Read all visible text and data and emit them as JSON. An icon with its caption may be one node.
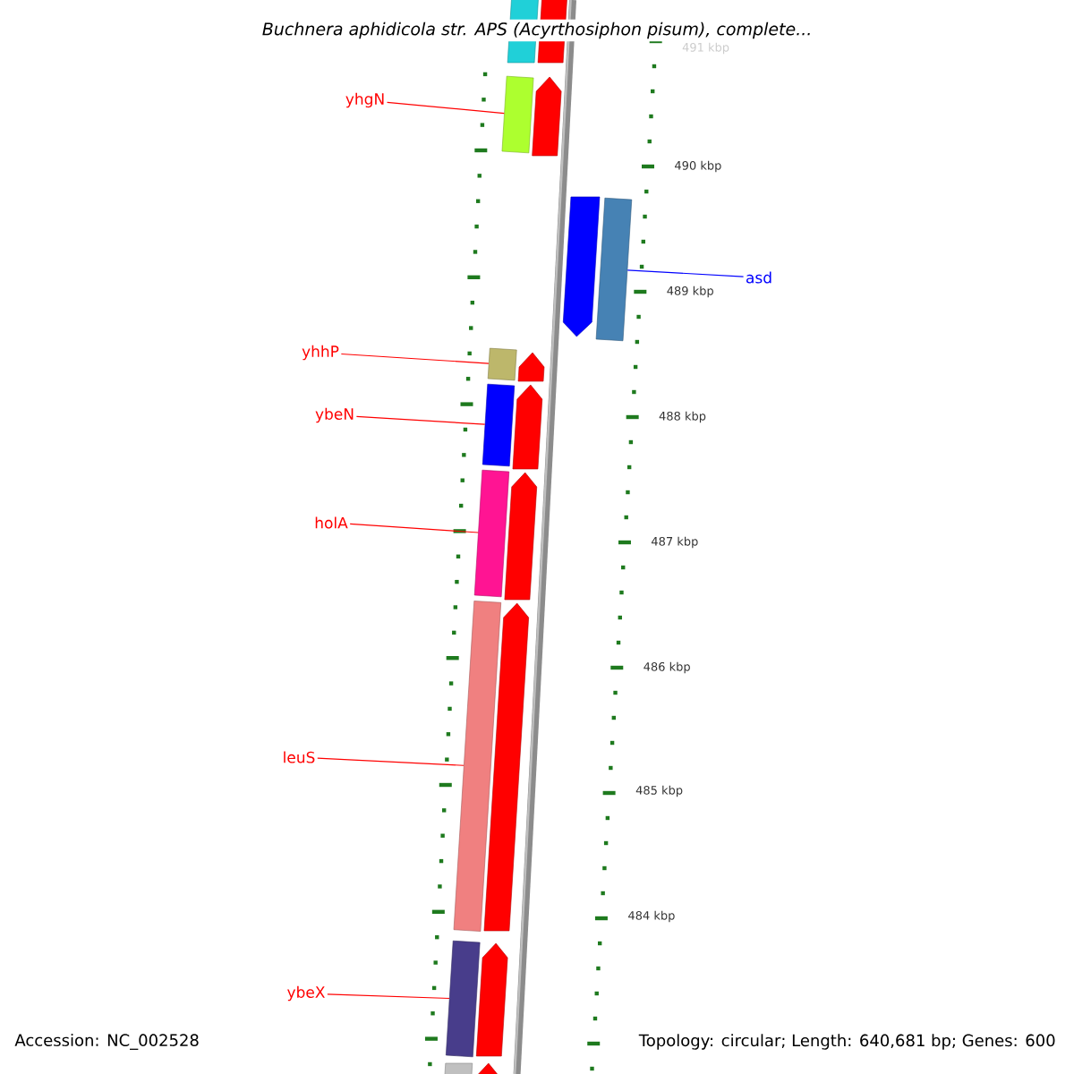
{
  "diagram": {
    "title": "Buchnera aphidicola str. APS (Acyrthosiphon pisum), complete...",
    "nodes": [
      {
        "text": [
          "yhgN"
        ]
      },
      {
        "text": [],
        "shape": "bar"
      },
      {
        "text": [
          "asd"
        ]
      },
      {
        "text": [],
        "shape": "bar"
      },
      {
        "text": [
          "yhhP"
        ]
      },
      {
        "text": [],
        "shape": "bar"
      },
      {
        "text": [
          "ybeN"
        ]
      },
      {
        "text": [],
        "shape": "bar"
      },
      {
        "text": [
          "holA"
        ]
      },
      {
        "text": [],
        "shape": "bar"
      },
      {
        "text": [
          "leuS"
        ]
      },
      {
        "text": [],
        "shape": "bar"
      },
      {
        "text": [
          "ybeX"
        ]
      },
      {
        "text": [],
        "shape": "bar"
      }
    ],
    "edges": [
      {
        "from": 0,
        "to": 1,
        "arrow": "none"
      },
      {
        "from": 2,
        "to": 3,
        "arrow": "none",
        "color": "#0000ff"
      },
      {
        "from": 4,
        "to": 5,
        "arrow": "none"
      },
      {
        "from": 6,
        "to": 7,
        "arrow": "none"
      },
      {
        "from": 8,
        "to": 9,
        "arrow": "none"
      },
      {
        "from": 10,
        "to": 11,
        "arrow": "none"
      },
      {
        "from": 12,
        "to": 13,
        "arrow": "none"
      }
    ],
    "labels": [
      "491 kbp",
      "490 kbp",
      "489 kbp",
      "488 kbp",
      "487 kbp",
      "486 kbp",
      "485 kbp",
      "484 kbp",
      "Accession: NC_002528",
      "Topology: circular; Length: 640,681 bp; Genes: 600"
    ]
  }
}
